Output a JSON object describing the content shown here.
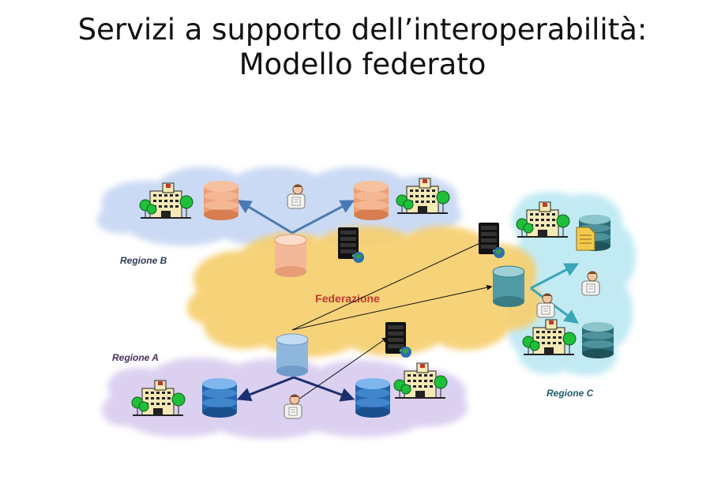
{
  "slide": {
    "title_line1": "Servizi a supporto dell’interoperabilità:",
    "title_line2": "Modello federato"
  },
  "diagram": {
    "federation_label": "Federazione",
    "regions": {
      "a": "Regione A",
      "b": "Regione B",
      "c": "Regione C"
    }
  },
  "colors": {
    "federation": "#f6cf6e",
    "federation_label": "#c0392b",
    "region_a": "#d9ccef",
    "region_b": "#c6d6f3",
    "region_c": "#bfe9f3",
    "db_blue": "#2266b0",
    "db_orange": "#ee9e73",
    "db_teal": "#2c6e78",
    "arrow_a": "#1a2f6e",
    "arrow_b": "#4a7ab5",
    "arrow_c": "#3aa6b8"
  },
  "icons": [
    "hospital-icon",
    "database-icon",
    "server-icon",
    "doctor-icon",
    "document-icon"
  ]
}
